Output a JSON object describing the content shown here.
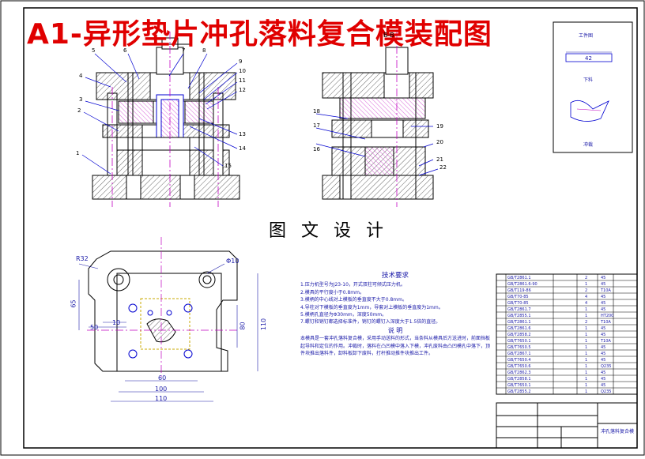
{
  "title": "A1-异形垫片冲孔落料复合模装配图",
  "center_label": "图 文 设 计",
  "section_label": "B-B",
  "part_numbers_left": [
    "1",
    "2",
    "3",
    "4",
    "5",
    "6",
    "7",
    "8",
    "9",
    "10",
    "11",
    "12",
    "13",
    "14",
    "15"
  ],
  "part_numbers_right": [
    "16",
    "17",
    "18",
    "19",
    "20",
    "21",
    "22"
  ],
  "workpiece": {
    "caption_top": "工件图",
    "dimension": "42",
    "caption_mid": "下料",
    "caption_bottom": "冲裁"
  },
  "plan_dimensions": {
    "r": "R32",
    "d10": "Φ10",
    "w65": "65",
    "w10": "10",
    "w50": "50",
    "w60": "60",
    "w100": "100",
    "w110": "110",
    "h80": "80",
    "h110": "110"
  },
  "tech_requirements": {
    "heading": "技术要求",
    "items": [
      "1.压力机型号为J23-10，开式双柱可倾式压力机。",
      "2.模具的平行度小于0.8mm。",
      "3.模柄的中心线对上模板的垂直度不大于0.8mm。",
      "4.导柱对下模板的垂直度为1mm，导套对上模板的垂直度为1mm。",
      "5.模柄孔直径为Φ30mm，深度50mm。",
      "7.螺钉和销钉都选择标准件，销钉的螺钉入深度大于1.5倍的直径。"
    ],
    "sub_heading": "说 明",
    "description": "本模具是一套冲孔落料复合模，采用手动送料的形式，当条料从模具后方送进时，前面挡板起导料和定位的作用。冲裁时，落料在凸凹模中落入下模，冲孔废料由凸凹模孔中落下，顶件块推出落料件，卸料板卸下废料，打杆推动推件块推出工件。"
  },
  "parts_list": {
    "rows": [
      {
        "code": "GB/T2861.1",
        "qty": "2",
        "mat": "45"
      },
      {
        "code": "GB/T2861.6-90",
        "qty": "1",
        "mat": "45"
      },
      {
        "code": "GB/T119-86",
        "qty": "2",
        "mat": "T10A"
      },
      {
        "code": "GB/T70-85",
        "qty": "4",
        "mat": "45"
      },
      {
        "code": "GB/T70-85",
        "qty": "4",
        "mat": "45"
      },
      {
        "code": "GB/T2861.7",
        "qty": "1",
        "mat": "45"
      },
      {
        "code": "GB/T2855.1",
        "qty": "1",
        "mat": "HT200"
      },
      {
        "code": "GB/T2861.1",
        "qty": "2",
        "mat": "T10A"
      },
      {
        "code": "GB/T2861.6",
        "qty": "1",
        "mat": "45"
      },
      {
        "code": "GB/T2858.2",
        "qty": "1",
        "mat": "45"
      },
      {
        "code": "GB/T7650.1",
        "qty": "1",
        "mat": "T10A"
      },
      {
        "code": "GB/T7650.5",
        "qty": "1",
        "mat": "45"
      },
      {
        "code": "GB/T2867.1",
        "qty": "1",
        "mat": "45"
      },
      {
        "code": "GB/T7650.4",
        "qty": "1",
        "mat": "45"
      },
      {
        "code": "GB/T7650.6",
        "qty": "1",
        "mat": "Q235"
      },
      {
        "code": "GB/T2862.3",
        "qty": "1",
        "mat": "45"
      },
      {
        "code": "GB/T2858.1",
        "qty": "1",
        "mat": "45"
      },
      {
        "code": "GB/T7650.1",
        "qty": "1",
        "mat": "45"
      },
      {
        "code": "GB/T2855.2",
        "qty": "1",
        "mat": "Q235"
      }
    ],
    "title_block_caption": "冲孔落料复合模"
  },
  "colors": {
    "ink": "#0000d0",
    "dim": "#1a1aa8",
    "centerline": "#d020d0",
    "hatch": "#c000c0",
    "title": "#e00000",
    "border": "#000000"
  }
}
